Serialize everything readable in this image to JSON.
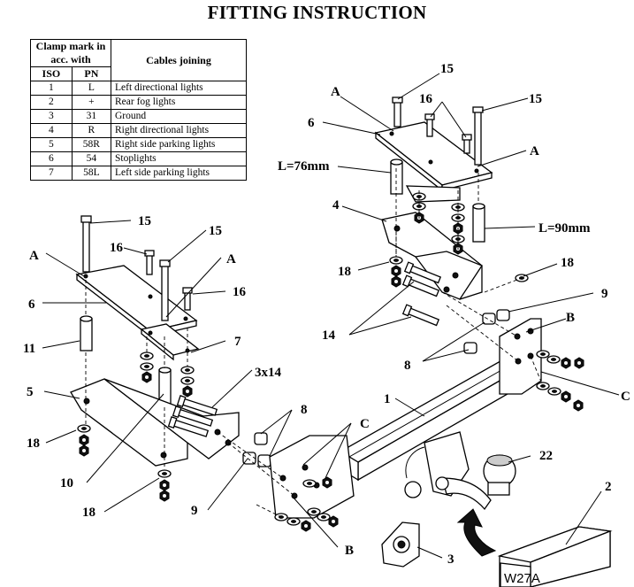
{
  "title": "FITTING INSTRUCTION",
  "table": {
    "header_clamp": "Clamp mark in acc. with",
    "header_cables": "Cables joining",
    "header_iso": "ISO",
    "header_pn": "PN",
    "rows": [
      {
        "iso": "1",
        "pn": "L",
        "desc": "Left directional lights"
      },
      {
        "iso": "2",
        "pn": "+",
        "desc": "Rear fog lights"
      },
      {
        "iso": "3",
        "pn": "31",
        "desc": "Ground"
      },
      {
        "iso": "4",
        "pn": "R",
        "desc": "Right directional lights"
      },
      {
        "iso": "5",
        "pn": "58R",
        "desc": "Right side parking lights"
      },
      {
        "iso": "6",
        "pn": "54",
        "desc": "Stoplights"
      },
      {
        "iso": "7",
        "pn": "58L",
        "desc": "Left side parking lights"
      }
    ]
  },
  "labels": {
    "l1": "1",
    "l2": "2",
    "l3": "3",
    "l4": "4",
    "l5": "5",
    "l6a": "6",
    "l6b": "6",
    "l7": "7",
    "l8a": "8",
    "l8b": "8",
    "l9a": "9",
    "l9b": "9",
    "l10": "10",
    "l11": "11",
    "l14": "14",
    "l15a": "15",
    "l15b": "15",
    "l15c": "15",
    "l15d": "15",
    "l16a": "16",
    "l16b": "16",
    "l16c": "16",
    "l18a": "18",
    "l18b": "18",
    "l18c": "18",
    "l18d": "18",
    "l22": "22",
    "l3x14": "3x14",
    "lA1": "A",
    "lA2": "A",
    "lA3": "A",
    "lA4": "A",
    "lB1": "B",
    "lB2": "B",
    "lC1": "C",
    "lC2": "C",
    "len76": "L=76mm",
    "len90": "L=90mm",
    "box": "W27A"
  }
}
